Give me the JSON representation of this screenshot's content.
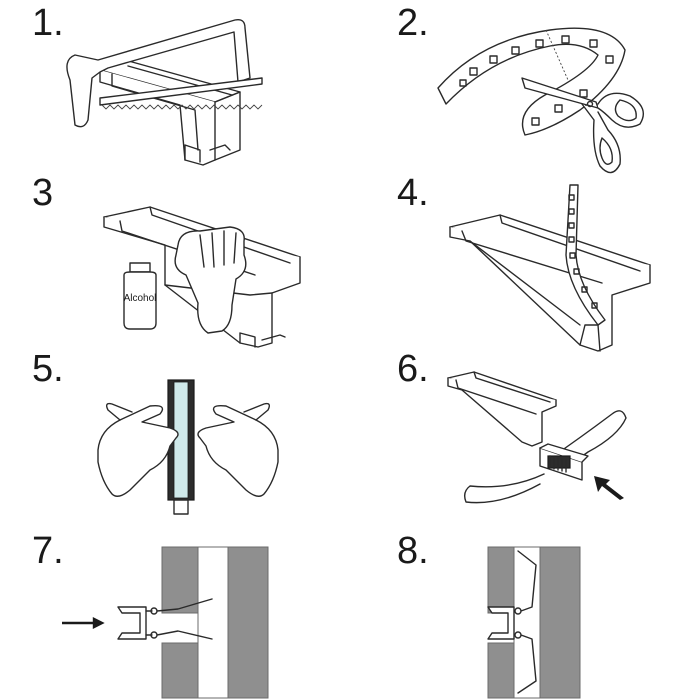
{
  "steps": [
    {
      "number": "1.",
      "icon": "hacksaw-cutting-profile"
    },
    {
      "number": "2.",
      "icon": "scissors-cutting-led-strip"
    },
    {
      "number": "3",
      "icon": "cleaning-profile-with-alcohol"
    },
    {
      "number": "4.",
      "icon": "inserting-led-strip-into-profile"
    },
    {
      "number": "5.",
      "icon": "pressing-diffuser-cover"
    },
    {
      "number": "6.",
      "icon": "attaching-spring-clip"
    },
    {
      "number": "7.",
      "icon": "inserting-profile-into-ceiling-cutout"
    },
    {
      "number": "8.",
      "icon": "profile-installed-in-ceiling"
    }
  ],
  "bottle_label": "Alcohol",
  "colors": {
    "line": "#2a2a2a",
    "wall": "#8f8f8f",
    "diffuser": "#cfe9ea",
    "arrow": "#1a1a1a"
  }
}
